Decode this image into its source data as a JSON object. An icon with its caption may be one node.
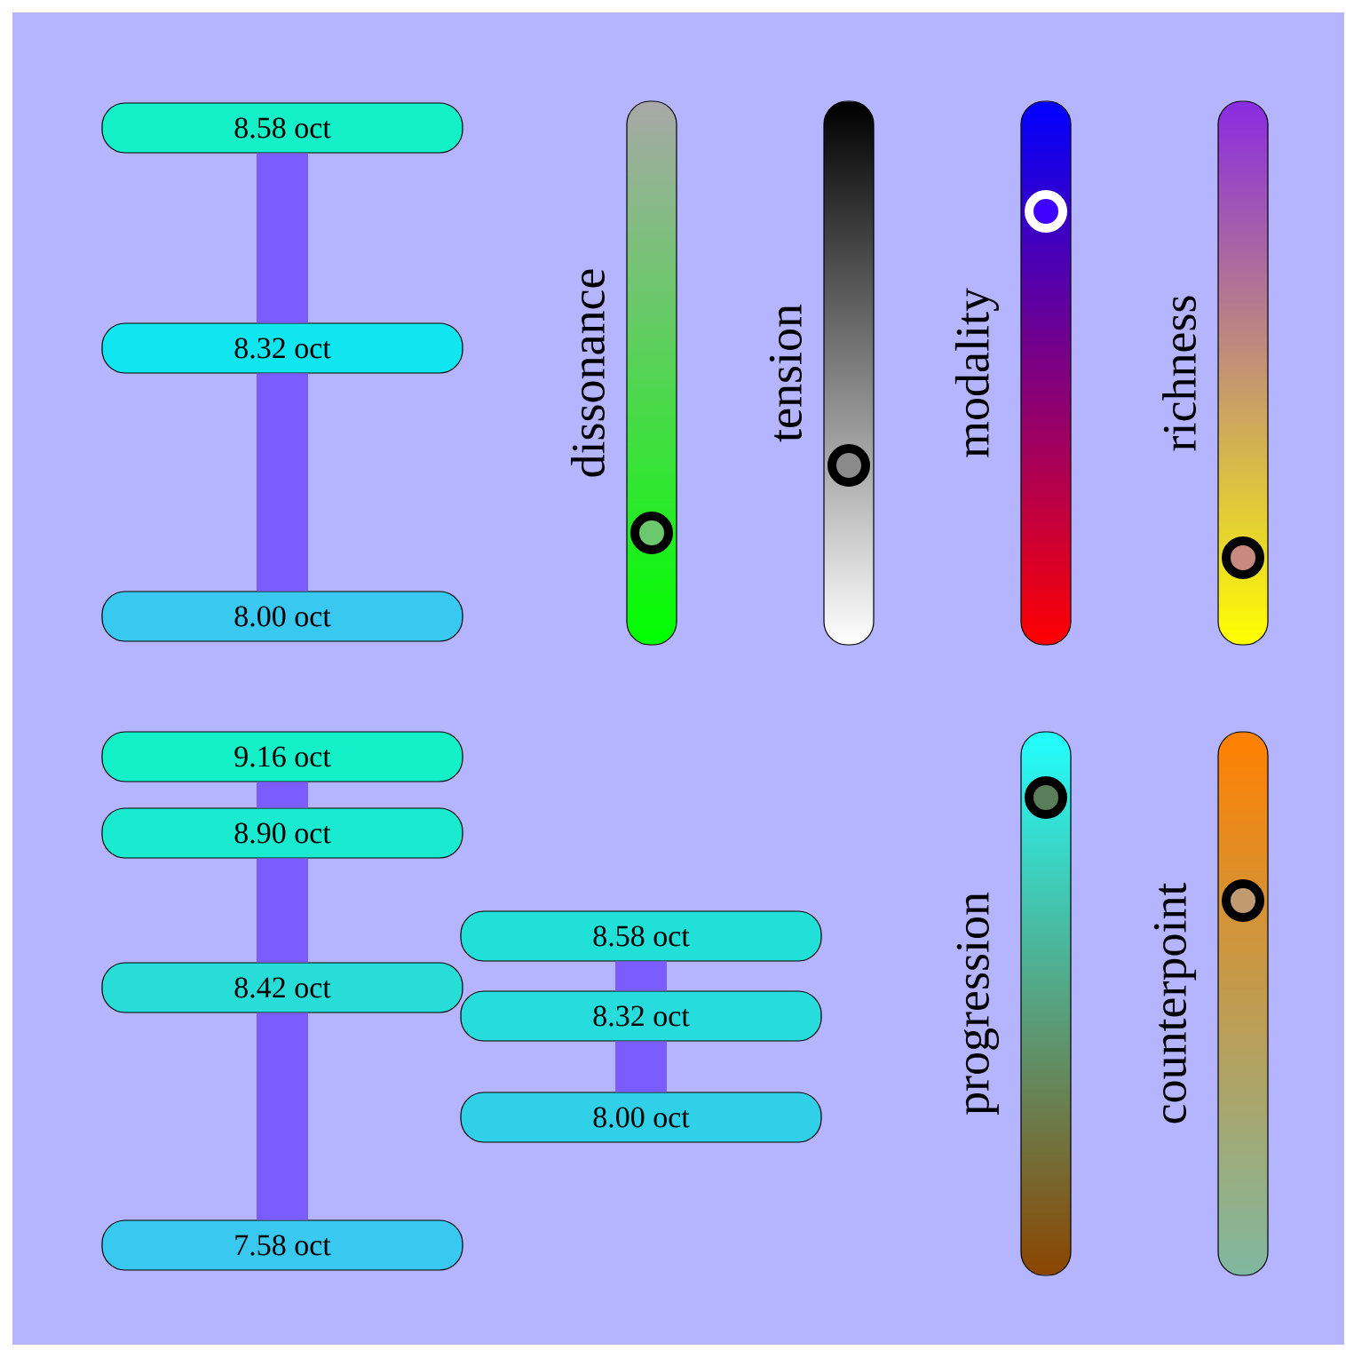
{
  "diagram": {
    "nodes": [
      {
        "text": [
          "8.58 oct"
        ]
      },
      {
        "text": [
          "8.32 oct"
        ]
      },
      {
        "text": [
          "8.00 oct"
        ]
      },
      {
        "text": [],
        "shape": "bar",
        "beside": [
          "dissonance"
        ]
      },
      {
        "text": [],
        "shape": "bar",
        "beside": [
          "tension"
        ]
      },
      {
        "text": [],
        "shape": "bar",
        "beside": [
          "modality"
        ]
      },
      {
        "text": [],
        "shape": "bar",
        "beside": [
          "richness"
        ]
      },
      {
        "text": [
          "9.16 oct"
        ]
      },
      {
        "text": [
          "8.90 oct"
        ]
      },
      {
        "text": [
          "8.42 oct"
        ]
      },
      {
        "text": [
          "7.58 oct"
        ]
      },
      {
        "text": [
          "8.58 oct"
        ]
      },
      {
        "text": [
          "8.32 oct"
        ]
      },
      {
        "text": [
          "8.00 oct"
        ]
      },
      {
        "text": [],
        "shape": "bar",
        "beside": [
          "progression"
        ]
      },
      {
        "text": [],
        "shape": "bar",
        "beside": [
          "counterpoint"
        ]
      }
    ],
    "edges": [
      {
        "from": 0,
        "to": 1,
        "arrow": "none"
      },
      {
        "from": 1,
        "to": 2,
        "arrow": "none"
      },
      {
        "from": 7,
        "to": 8,
        "arrow": "none"
      },
      {
        "from": 8,
        "to": 9,
        "arrow": "none"
      },
      {
        "from": 9,
        "to": 10,
        "arrow": "none"
      },
      {
        "from": 11,
        "to": 12,
        "arrow": "none"
      },
      {
        "from": 12,
        "to": 13,
        "arrow": "none"
      }
    ]
  }
}
